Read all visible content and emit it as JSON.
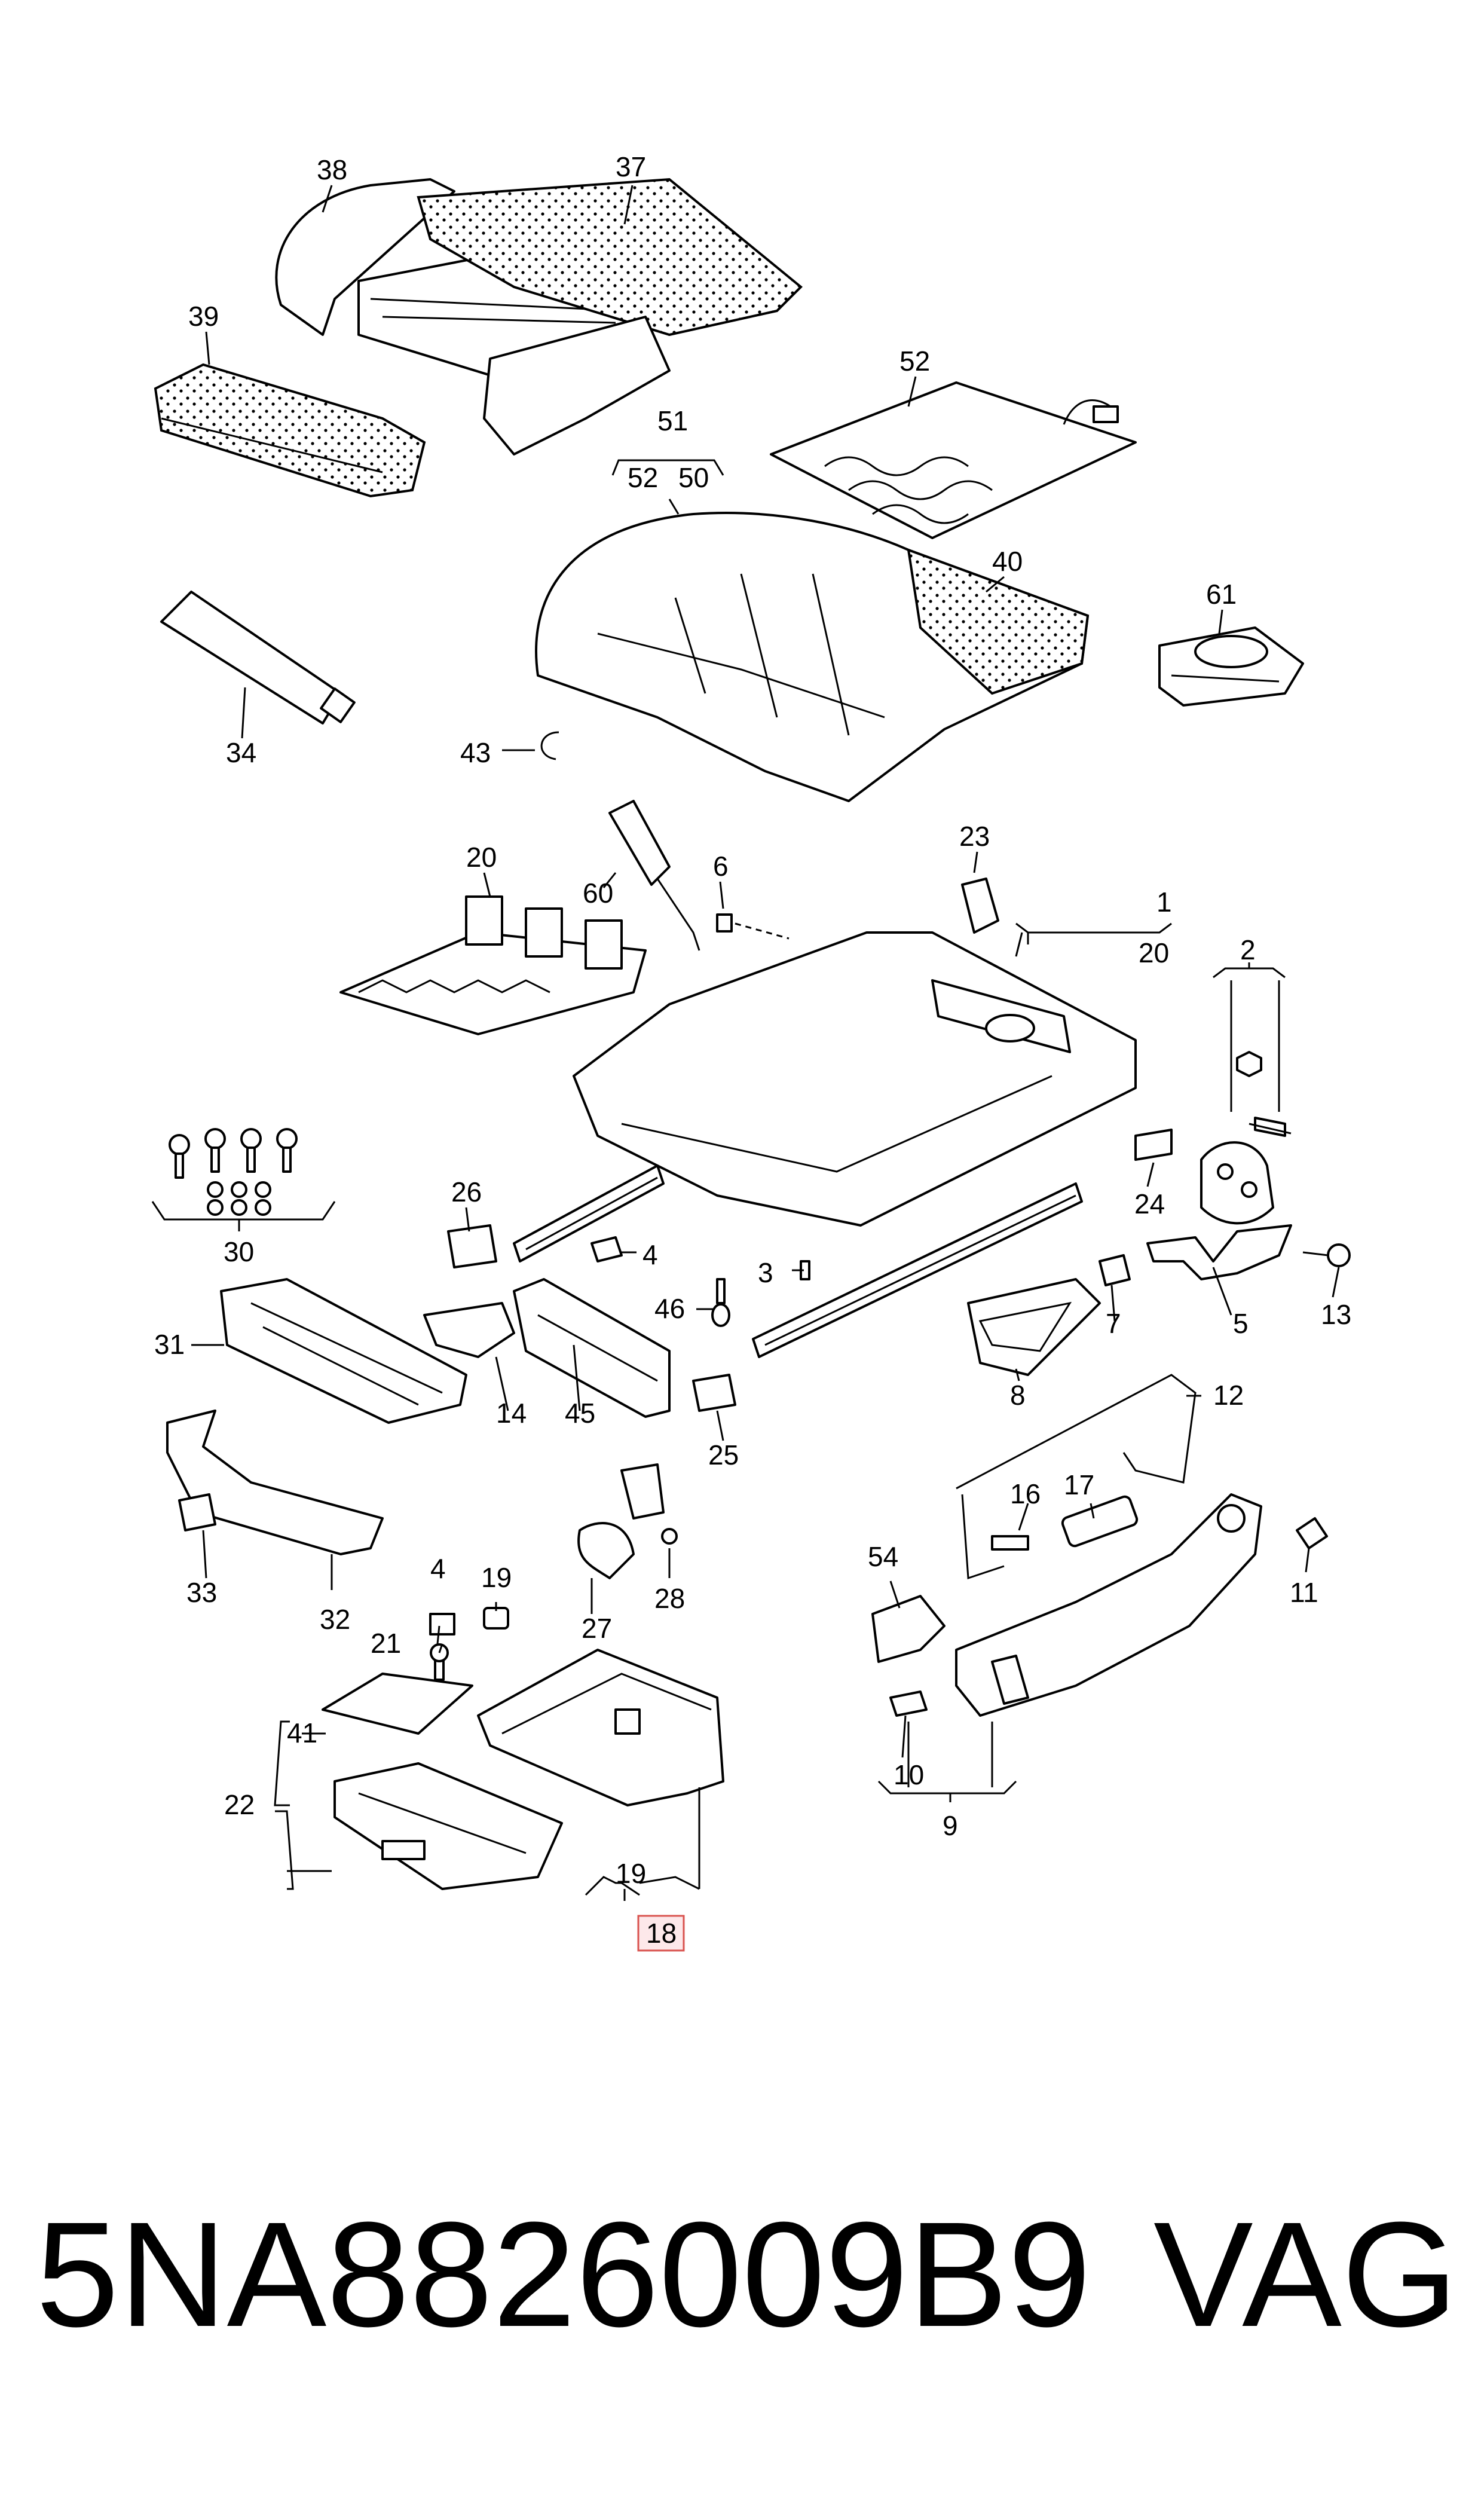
{
  "callouts": {
    "c1": "1",
    "c2": "2",
    "c3": "3",
    "c4a": "4",
    "c4b": "4",
    "c5": "5",
    "c6": "6",
    "c7": "7",
    "c8": "8",
    "c9": "9",
    "c10": "10",
    "c11": "11",
    "c12": "12",
    "c13": "13",
    "c14": "14",
    "c16": "16",
    "c17": "17",
    "c18": "18",
    "c19a": "19",
    "c19b": "19",
    "c20a": "20",
    "c20b": "20",
    "c21": "21",
    "c22": "22",
    "c23": "23",
    "c24": "24",
    "c25": "25",
    "c26": "26",
    "c27": "27",
    "c28": "28",
    "c30": "30",
    "c31": "31",
    "c32": "32",
    "c33": "33",
    "c34": "34",
    "c37": "37",
    "c38": "38",
    "c39": "39",
    "c40": "40",
    "c41": "41",
    "c43": "43",
    "c45": "45",
    "c46": "46",
    "c50": "50",
    "c51": "51",
    "c52a": "52",
    "c52b": "52",
    "c54": "54",
    "c60": "60",
    "c61": "61"
  },
  "footer": {
    "part_number": "5NA8826009B9",
    "brand": "VAG"
  },
  "colors": {
    "line": "#000000",
    "background": "#ffffff",
    "highlight_fill": "#fde8ea",
    "highlight_stroke": "#d9534f"
  },
  "icons": [
    "seat-frame",
    "seat-cushion",
    "backrest-cover",
    "drawer",
    "seat-trim-panel",
    "bolt",
    "nut",
    "clip",
    "lubricant-tube"
  ]
}
